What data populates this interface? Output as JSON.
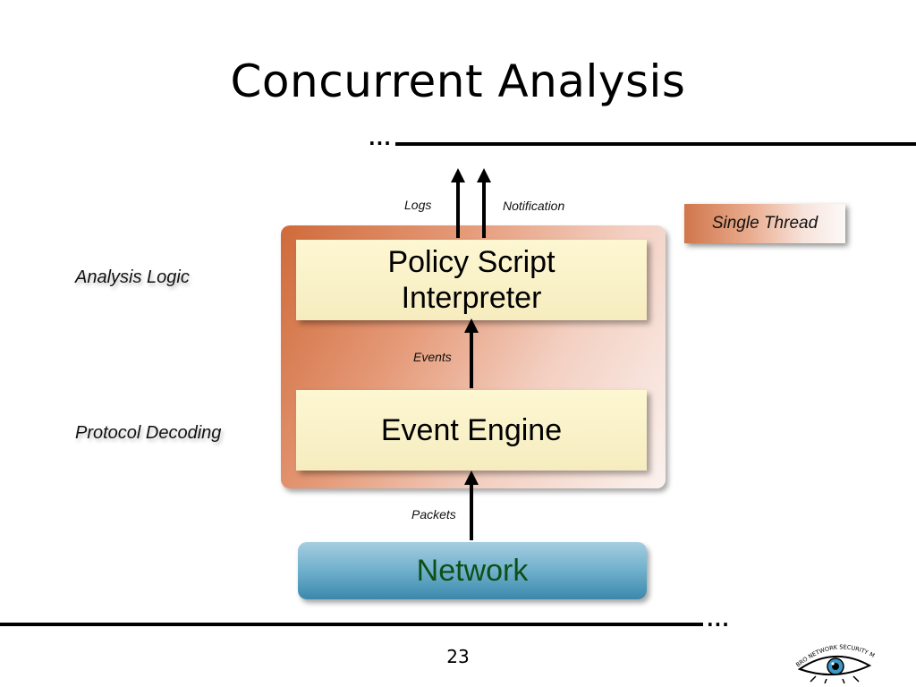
{
  "slide": {
    "title": "Concurrent Analysis",
    "page_number": "23"
  },
  "diagram": {
    "layers": {
      "policy": "Policy Script Interpreter",
      "event_engine": "Event Engine",
      "network": "Network"
    },
    "side_labels": {
      "analysis_logic": "Analysis Logic",
      "protocol_decoding": "Protocol Decoding"
    },
    "flow_labels": {
      "logs": "Logs",
      "notification": "Notification",
      "events": "Events",
      "packets": "Packets"
    },
    "single_thread": "Single Thread"
  },
  "logo": {
    "text": "BRO NETWORK SECURITY MONITOR",
    "icon": "eye-icon"
  }
}
